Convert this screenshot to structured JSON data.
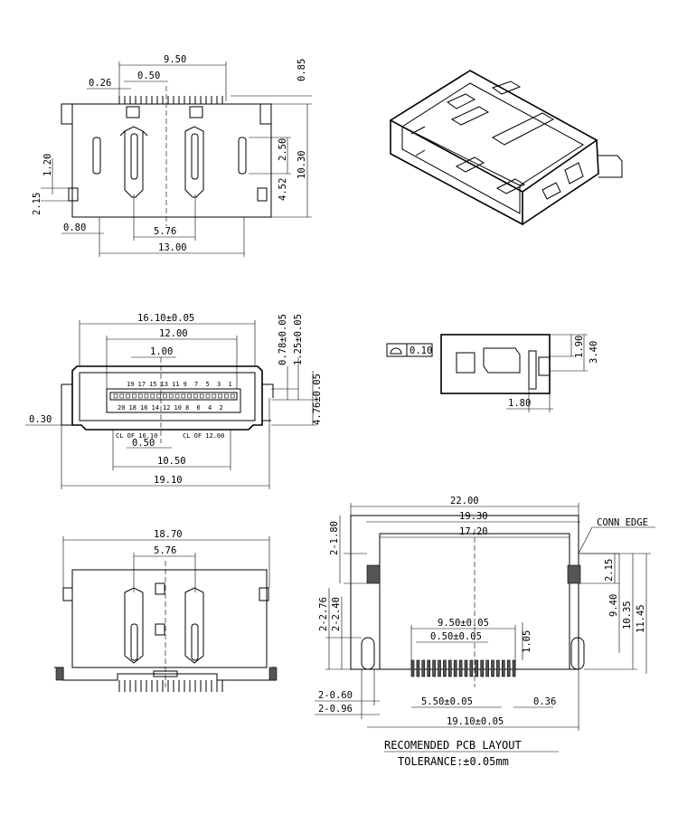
{
  "top_view": {
    "dim_width_pitch": "9.50",
    "dim_pad": "0.50",
    "dim_offset": "0.26",
    "dim_top_height": "0.85",
    "dim_slot": "1.20",
    "dim_peg": "2.15",
    "dim_slot_height": "2.50",
    "dim_overall_height": "10.30",
    "dim_lower": "4.52",
    "dim_left_offset": "0.80",
    "dim_latch_pitch": "5.76",
    "dim_overall_width": "13.00"
  },
  "front_view": {
    "dim_shell_width": "16.10±0.05",
    "dim_inner_width": "12.00",
    "dim_pitch": "1.00",
    "dim_v1": "0.78±0.05",
    "dim_v2": "1.25±0.05",
    "dim_v3": "4.76±0.05",
    "dim_left": "0.30",
    "pins_top": [
      "19",
      "17",
      "15",
      "13",
      "11",
      "9",
      "7",
      "5",
      "3",
      "1"
    ],
    "pins_bottom": [
      "20",
      "18",
      "16",
      "14",
      "12",
      "10",
      "8",
      "6",
      "4",
      "2"
    ],
    "cl_label_1": "CL OF 16.10",
    "cl_label_2": "CL OF 12.00",
    "dim_pin_pitch": "0.50",
    "dim_contact_width": "10.50",
    "dim_overall": "19.10"
  },
  "side_view": {
    "flatness_value": "0.10",
    "dim_h1": "1.90",
    "dim_h2": "3.40",
    "dim_w": "1.80"
  },
  "bottom_view": {
    "dim_width": "18.70",
    "dim_latch": "5.76"
  },
  "pcb_layout": {
    "dim_22": "22.00",
    "dim_1930": "19.30",
    "dim_1720": "17.20",
    "conn_edge": "CONN EDGE",
    "dim_2_180": "2-1.80",
    "dim_215": "2.15",
    "dim_2_276": "2-2.76",
    "dim_2_240": "2-2.40",
    "dim_950": "9.50±0.05",
    "dim_050": "0.50±0.05",
    "dim_105": "1.05",
    "dim_940": "9.40",
    "dim_1035": "10.35",
    "dim_1145": "11.45",
    "dim_2_060": "2-0.60",
    "dim_2_096": "2-0.96",
    "dim_550": "5.50±0.05",
    "dim_036": "0.36",
    "dim_1910": "19.10±0.05",
    "caption": "RECOMENDED PCB LAYOUT",
    "tolerance": "TOLERANCE:±0.05mm"
  }
}
